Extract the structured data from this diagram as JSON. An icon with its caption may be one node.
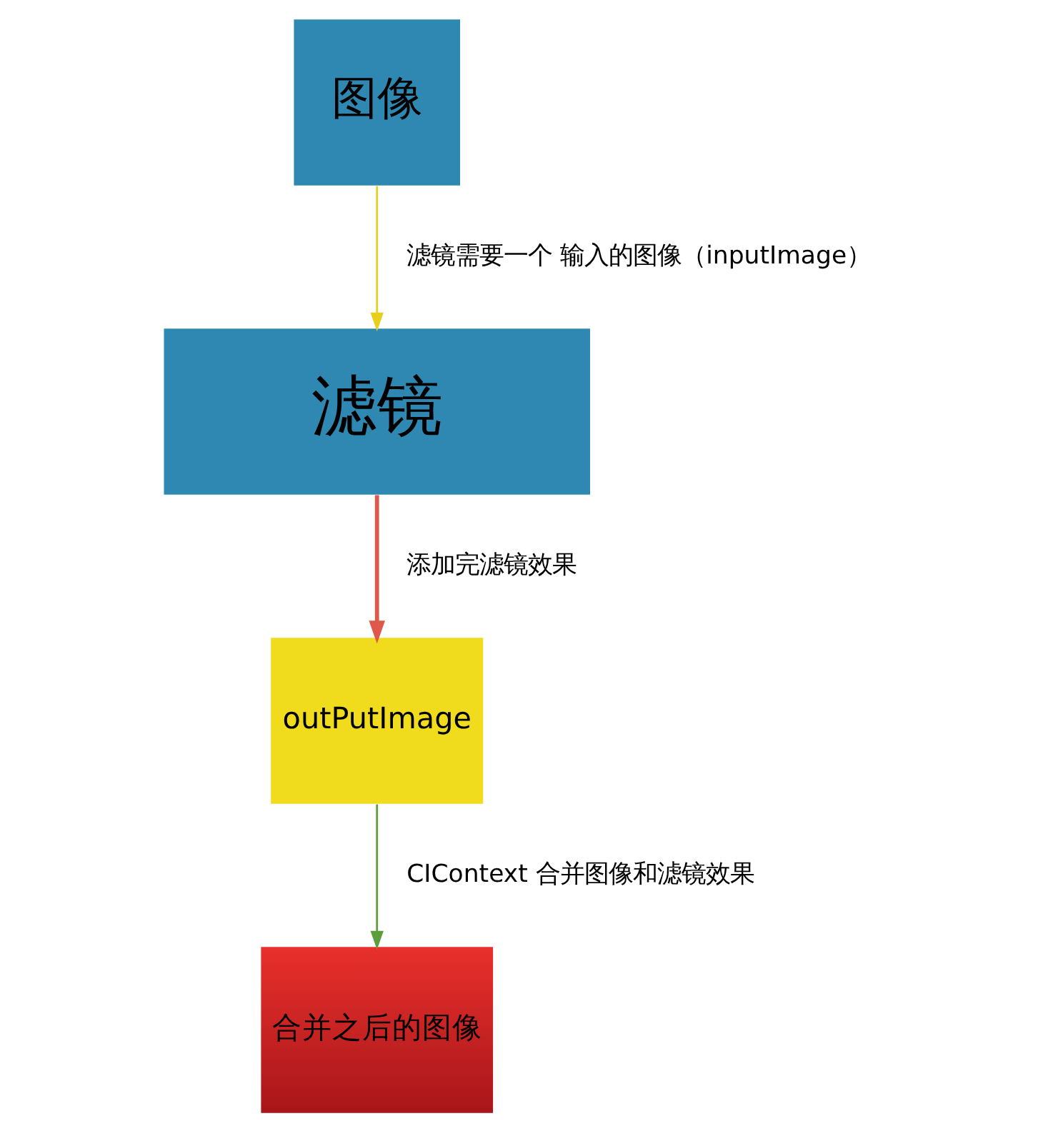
{
  "diagram": {
    "nodes": [
      {
        "text": [
          "图像"
        ]
      },
      {
        "text": [
          "滤镜"
        ]
      },
      {
        "text": [
          "outPutImage"
        ]
      },
      {
        "text": [
          "合并之后的图像"
        ]
      }
    ],
    "edges": [
      {
        "from": 0,
        "to": 1,
        "arrow": "to",
        "label": "滤镜需要一个 输入的图像（inputImage）",
        "color": "#e8cf1c"
      },
      {
        "from": 1,
        "to": 2,
        "arrow": "to",
        "label": "添加完滤镜效果",
        "color": "#e0574c",
        "style": "thick"
      },
      {
        "from": 2,
        "to": 3,
        "arrow": "to",
        "label": "CIContext 合并图像和滤镜效果",
        "color": "#5c9e3c"
      }
    ]
  }
}
